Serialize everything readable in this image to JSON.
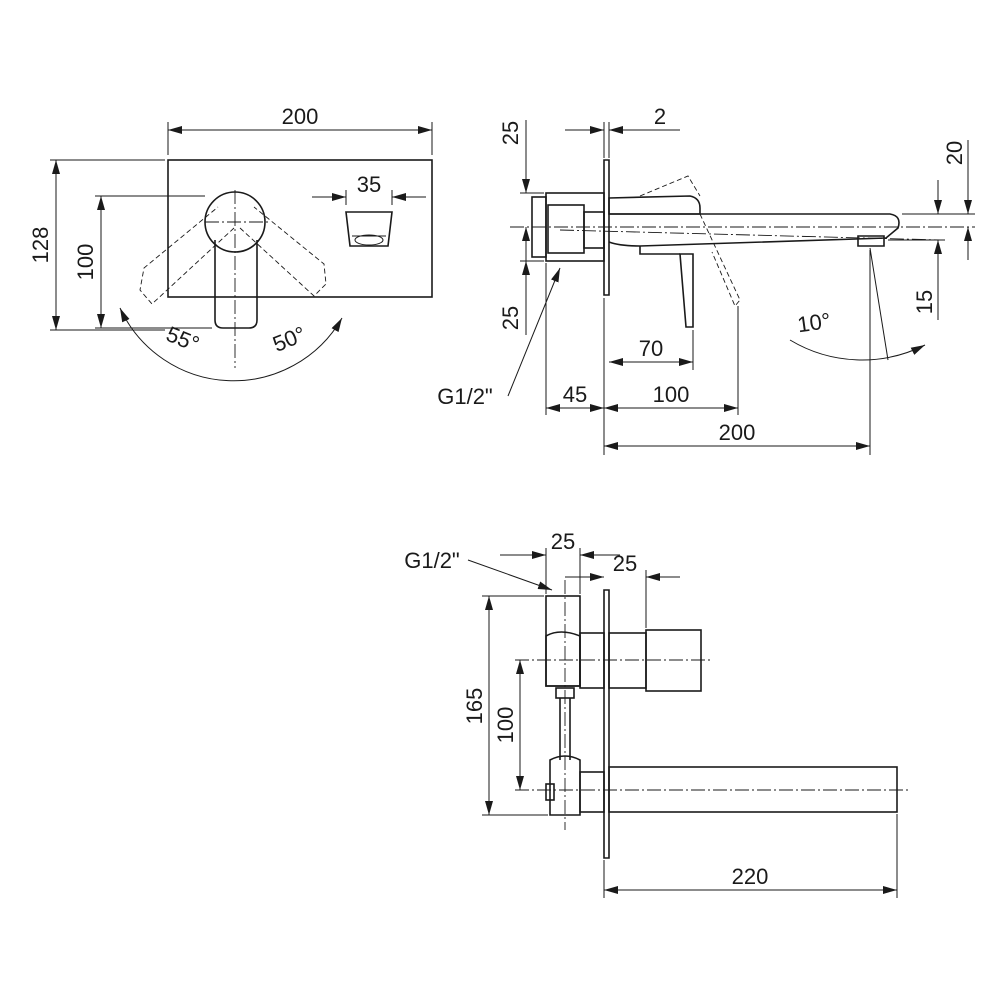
{
  "front_view": {
    "width": "200",
    "height": "128",
    "handle_offset": "100",
    "spout_width": "35",
    "angle_left": "55°",
    "angle_right": "50°"
  },
  "side_view": {
    "top_offset": "25",
    "plate_thickness": "2",
    "spout_offset": "20",
    "bottom_offset": "25",
    "spout_drop": "15",
    "angle": "10°",
    "thread": "G1/2\"",
    "handle_depth": "70",
    "body_depth": "45",
    "handle_reach": "100",
    "spout_reach": "200"
  },
  "top_view": {
    "thread": "G1/2\"",
    "left_offset": "25",
    "right_offset": "25",
    "total_height": "165",
    "axis_distance": "100",
    "spout_length": "220"
  }
}
